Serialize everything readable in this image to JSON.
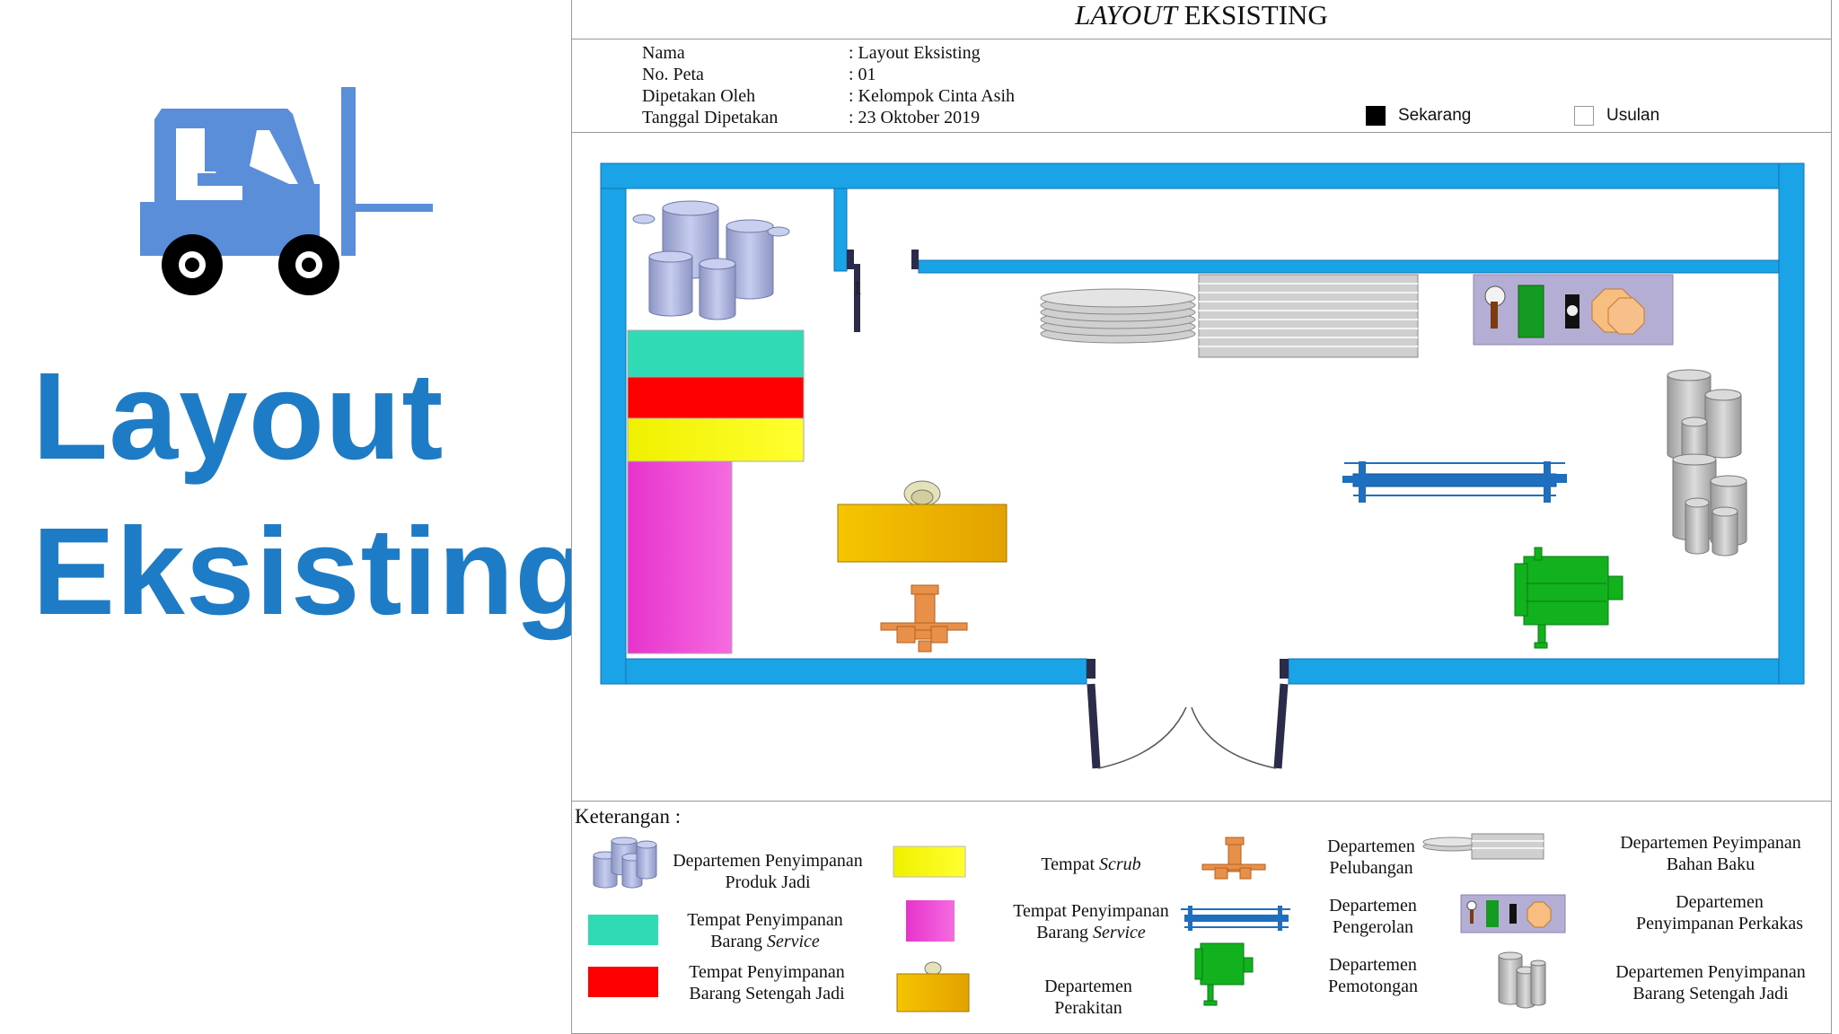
{
  "slide": {
    "title_line1": "Layout",
    "title_line2": "Eksisting",
    "logo_icon": "forklift-icon",
    "accent_color": "#1e7cc6"
  },
  "document": {
    "title_italic": "LAYOUT",
    "title_rest": " EKSISTING",
    "info": [
      {
        "label": "Nama",
        "value": ": Layout Eksisting"
      },
      {
        "label": "No. Peta",
        "value": ": 01"
      },
      {
        "label": "Dipetakan Oleh",
        "value": ": Kelompok Cinta Asih"
      },
      {
        "label": "Tanggal Dipetakan",
        "value": ": 23 Oktober 2019"
      }
    ],
    "status": {
      "current_label": "Sekarang",
      "current_checked": true,
      "proposal_label": "Usulan",
      "proposal_checked": false
    },
    "floor_plan": {
      "wall_color": "#1ba3e8",
      "door_marker": "1"
    }
  },
  "legend": {
    "heading": "Keterangan :",
    "items": [
      {
        "id": "produk-jadi",
        "line1": "Departemen Penyimpanan",
        "line2": "Produk Jadi",
        "color": "#a9b4dd"
      },
      {
        "id": "barang-service-teal",
        "line1": "Tempat Penyimpanan",
        "line2_plain": "Barang ",
        "line2_italic": "Service",
        "color": "#2fdbb4"
      },
      {
        "id": "setengah-jadi",
        "line1": "Tempat Penyimpanan",
        "line2": "Barang Setengah Jadi",
        "color": "#ff0000"
      },
      {
        "id": "scrub",
        "line1_plain": "Tempat ",
        "line1_italic": "Scrub",
        "color": "#f5f500"
      },
      {
        "id": "barang-service-pink",
        "line1": "Tempat Penyimpanan",
        "line2_plain": "Barang ",
        "line2_italic": "Service",
        "color": "#ee44cc"
      },
      {
        "id": "perakitan",
        "line1": "Departemen",
        "line2": "Perakitan",
        "color": "#f3b400"
      },
      {
        "id": "pelubangan",
        "line1": "Departemen",
        "line2": "Pelubangan",
        "color": "#e8904a"
      },
      {
        "id": "pengerolan",
        "line1": "Departemen",
        "line2": "Pengerolan",
        "color": "#1e6fc0"
      },
      {
        "id": "pemotongan",
        "line1": "Departemen",
        "line2": "Pemotongan",
        "color": "#12b21e"
      },
      {
        "id": "bahan-baku",
        "line1": "Departemen Peyimpanan",
        "line2": "Bahan Baku",
        "color": "#c8c8c8"
      },
      {
        "id": "perkakas",
        "line1": "Departemen",
        "line2": "Penyimpanan Perkakas",
        "color": "#b4aed4"
      },
      {
        "id": "barang-setengah-jadi-dept",
        "line1": "Departemen Penyimpanan",
        "line2": "Barang Setengah Jadi",
        "color": "#bdbdbd"
      }
    ]
  }
}
